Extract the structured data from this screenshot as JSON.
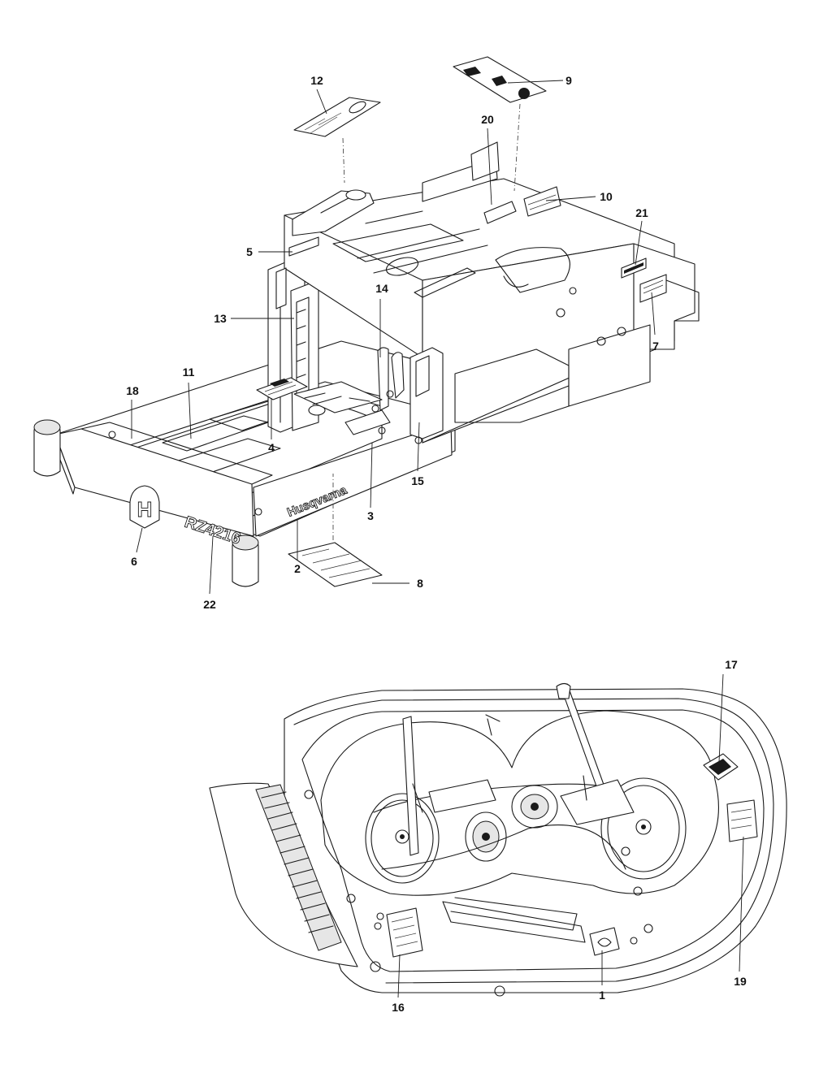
{
  "callouts": {
    "c1": "1",
    "c2": "2",
    "c3": "3",
    "c4": "4",
    "c5": "5",
    "c6": "6",
    "c7": "7",
    "c8": "8",
    "c9": "9",
    "c10": "10",
    "c11": "11",
    "c12": "12",
    "c13": "13",
    "c14": "14",
    "c15": "15",
    "c16": "16",
    "c17": "17",
    "c18": "18",
    "c19": "19",
    "c20": "20",
    "c21": "21",
    "c22": "22"
  },
  "decals": {
    "brand_name": "Husqvarna",
    "model_name": "RZ4216",
    "logo_letter": "H"
  }
}
